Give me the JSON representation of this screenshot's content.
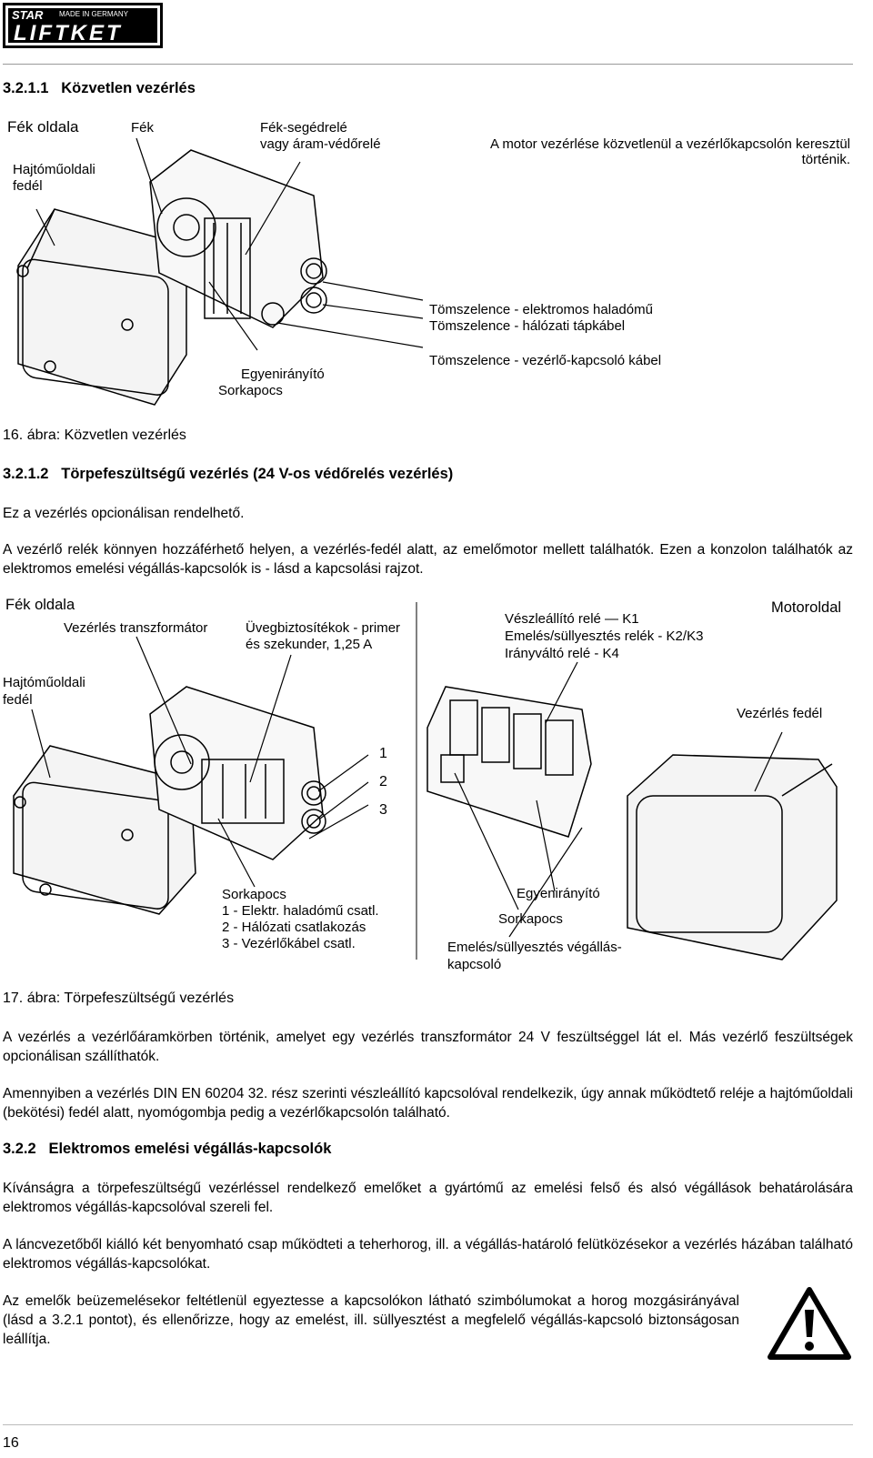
{
  "logo": {
    "top_left": "STAR",
    "top_right": "MADE IN GERMANY",
    "brand": "LIFTKET"
  },
  "section1": {
    "number": "3.2.1.1",
    "title": "Közvetlen vezérlés"
  },
  "figure16": {
    "labels": {
      "fek_oldala": "Fék oldala",
      "fek": "Fék",
      "fek_segedrele_1": "Fék-segédrelé",
      "fek_segedrele_2": "vagy  áram-védőrelé",
      "hajtomuoldali_1": "Hajtóműoldali",
      "hajtomuoldali_2": "fedél",
      "motor_1": "A motor vezérlése közvetlenül a vezérlőkapcsolón keresztül",
      "motor_2": "történik.",
      "tomszelence_1": "Tömszelence - elektromos haladómű",
      "tomszelence_2": "Tömszelence - hálózati tápkábel",
      "tomszelence_3": "Tömszelence - vezérlő-kapcsoló kábel",
      "egyeniranyito": "Egyenirányító",
      "sorkapocs": "Sorkapocs"
    },
    "caption": "16. ábra: Közvetlen vezérlés"
  },
  "section2": {
    "number": "3.2.1.2",
    "title": "Törpefeszültségű vezérlés (24 V-os védőrelés vezérlés)",
    "p1": "Ez a vezérlés opcionálisan rendelhető.",
    "p2": "A vezérlő relék könnyen hozzáférhető helyen, a vezérlés-fedél alatt, az emelőmotor mellett találhatók. Ezen a konzolon találhatók az elektromos emelési végállás-kapcsolók is - lásd a kapcsolási rajzot."
  },
  "figure17": {
    "labels": {
      "fek_oldala": "Fék oldala",
      "vezerles_transz": "Vezérlés transzformátor",
      "uveg_1": "Üvegbiztosítékok - primer",
      "uveg_2": "és szekunder, 1,25 A",
      "veszleallito_1": "Vészleállító relé — K1",
      "veszleallito_2": "Emelés/süllyesztés relék - K2/K3",
      "veszleallito_3": "Irányváltó relé - K4",
      "motoroldal": "Motoroldal",
      "hajtomuoldali_1": "Hajtóműoldali",
      "hajtomuoldali_2": "fedél",
      "vezerles_fedel": "Vezérlés fedél",
      "n1": "1",
      "n2": "2",
      "n3": "3",
      "sorkapocs_1": "Sorkapocs",
      "sorkapocs_2": "1 - Elektr. haladómű csatl.",
      "sorkapocs_3": "2 - Hálózati csatlakozás",
      "sorkapocs_4": "3 - Vezérlőkábel csatl.",
      "egyeniranyito": "Egyenirányító",
      "sorkapocs_b": "Sorkapocs",
      "emeles_1": "Emelés/süllyesztés végállás-",
      "emeles_2": "kapcsoló"
    },
    "caption": "17. ábra: Törpefeszültségű vezérlés"
  },
  "body": {
    "p3": "A vezérlés a vezérlőáramkörben történik, amelyet egy vezérlés transzformátor 24 V feszültséggel lát el. Más vezérlő feszültségek opcionálisan szállíthatók.",
    "p4": "Amennyiben a vezérlés DIN EN 60204 32. rész szerinti vészleállító kapcsolóval rendelkezik, úgy annak működtető reléje a hajtóműoldali (bekötési) fedél alatt, nyomógombja pedig a vezérlőkapcsolón található."
  },
  "section3": {
    "number": "3.2.2",
    "title": "Elektromos emelési végállás-kapcsolók",
    "p1": "Kívánságra a törpefeszültségű vezérléssel rendelkező emelőket a gyártómű az emelési felső és alsó végállások behatárolására elektromos végállás-kapcsolóval szereli fel.",
    "p2": "A láncvezetőből kiálló két benyomható csap működteti a teherhorog, ill. a végállás-határoló felütközésekor a vezérlés házában található elektromos végállás-kapcsolókat.",
    "p3": "Az emelők beüzemelésekor feltétlenül egyeztesse a kapcsolókon látható szimbólumokat a horog mozgásirányával (lásd a 3.2.1 pontot), és ellenőrizze, hogy az emelést, ill. süllyesztést a megfelelő végállás-kapcsoló biztonságosan leállítja."
  },
  "footer": {
    "page_number": "16"
  }
}
